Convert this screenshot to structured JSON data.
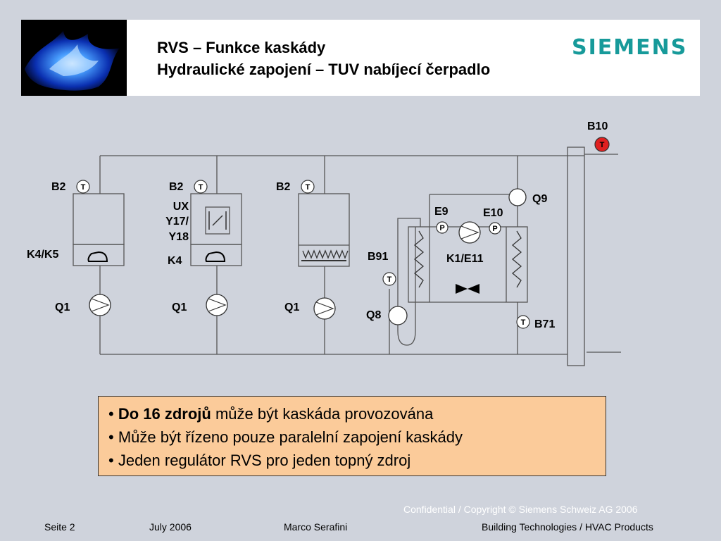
{
  "header": {
    "title_line1": "RVS – Funkce kaskády",
    "title_line2": "Hydraulické zapojení – TUV nabíjecí čerpadlo",
    "logo_text": "SIEMENS",
    "logo_color": "#179a9a"
  },
  "diagram": {
    "sensor_symbol": "T",
    "pressure_symbol": "P",
    "boiler1": {
      "sensor": "B2",
      "relay": "K4/K5",
      "pump": "Q1"
    },
    "boiler2": {
      "sensor": "B2",
      "ux_line1": "UX",
      "ux_line2": "Y17/",
      "ux_line3": "Y18",
      "relay": "K4",
      "pump": "Q1"
    },
    "boiler3": {
      "sensor": "B2",
      "pump": "Q1"
    },
    "heat_exchanger": {
      "e9": "E9",
      "e10": "E10",
      "k": "K1/E11",
      "b91": "B91",
      "q8": "Q8"
    },
    "tank": {
      "b10": "B10",
      "q9": "Q9",
      "b71": "B71"
    }
  },
  "callout": {
    "bullet_char": "•",
    "line1_bold": "Do 16 zdrojů",
    "line1_rest": " může být kaskáda provozována",
    "line2": "Může být řízeno pouze paralelní zapojení kaskády",
    "line3": "Jeden regulátor RVS pro jeden topný zdroj"
  },
  "footer": {
    "confidential": "Confidential / Copyright © Siemens Schweiz AG 2006",
    "page": "Seite 2",
    "date": "July 2006",
    "author": "Marco Serafini",
    "division": "Building Technologies / HVAC Products"
  },
  "colors": {
    "background": "#cfd3dc",
    "callout_bg": "#fbcb9a",
    "b10_sensor": "#e02020"
  }
}
